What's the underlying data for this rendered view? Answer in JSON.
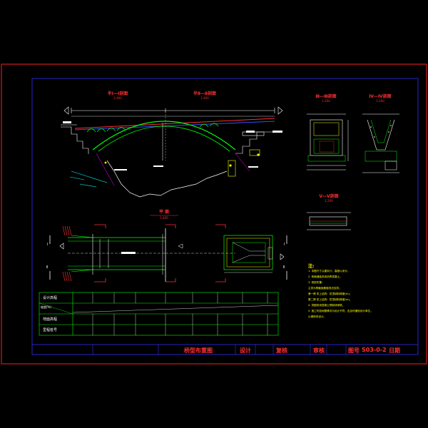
{
  "colors": {
    "background": "#000000",
    "frame": "#ff2020",
    "inner_frame": "#3030ff",
    "structure": "#ffffff",
    "arch": "#00ff00",
    "title": "#ff3030",
    "dimension": "#ffffff",
    "notes": "#ffff00",
    "water": "#00ffff",
    "highlight": "#ff00ff"
  },
  "views": {
    "elevation_left_title": "半Ⅰ—Ⅰ剖面",
    "elevation_left_scale": "1:400",
    "elevation_right_title": "半Ⅱ—Ⅱ剖面",
    "elevation_right_scale": "1:400",
    "section3_title": "Ⅲ—Ⅲ剖面",
    "section3_scale": "1:200",
    "section4_title": "Ⅳ—Ⅳ剖面",
    "section4_scale": "1:200",
    "section5_title": "Ⅴ—Ⅴ剖面",
    "section5_scale": "1:200",
    "plan_title": "平 面",
    "plan_scale": "1:400"
  },
  "section_marks": {
    "left_top": "Ⅰ",
    "left_bottom": "Ⅱ",
    "right_top": "Ⅰ",
    "right_bottom": "Ⅱ"
  },
  "profile_table": {
    "rows": [
      "设计高程",
      "坡度(%)",
      "地面高程",
      "里程桩号"
    ]
  },
  "notes": {
    "heading": "注:",
    "lines": [
      "1. 本图尺寸以厘米计，高程以米计。",
      "2. 桥面铺装采用沥青混凝土。",
      "3. 桥型布置：",
      "   主拱为等截面悬链线无铰拱；",
      "   第一跨 拱上结构：拱顶填料厚度(m)；",
      "   第二跨 拱上结构：拱顶填料厚度(m)。",
      "4. 拱圈采用混凝土预制块砌筑。",
      "5. 施工时如地基情况与设计不符，应及时通知设计单位，",
      "   以便修改设计。"
    ]
  },
  "title_block": {
    "drawing_name": "桥型布置图",
    "design_label": "设计",
    "check_label": "复核",
    "review_label": "审核",
    "drawing_no_label": "图号",
    "drawing_no": "S03-0-2",
    "date_label": "日期"
  }
}
